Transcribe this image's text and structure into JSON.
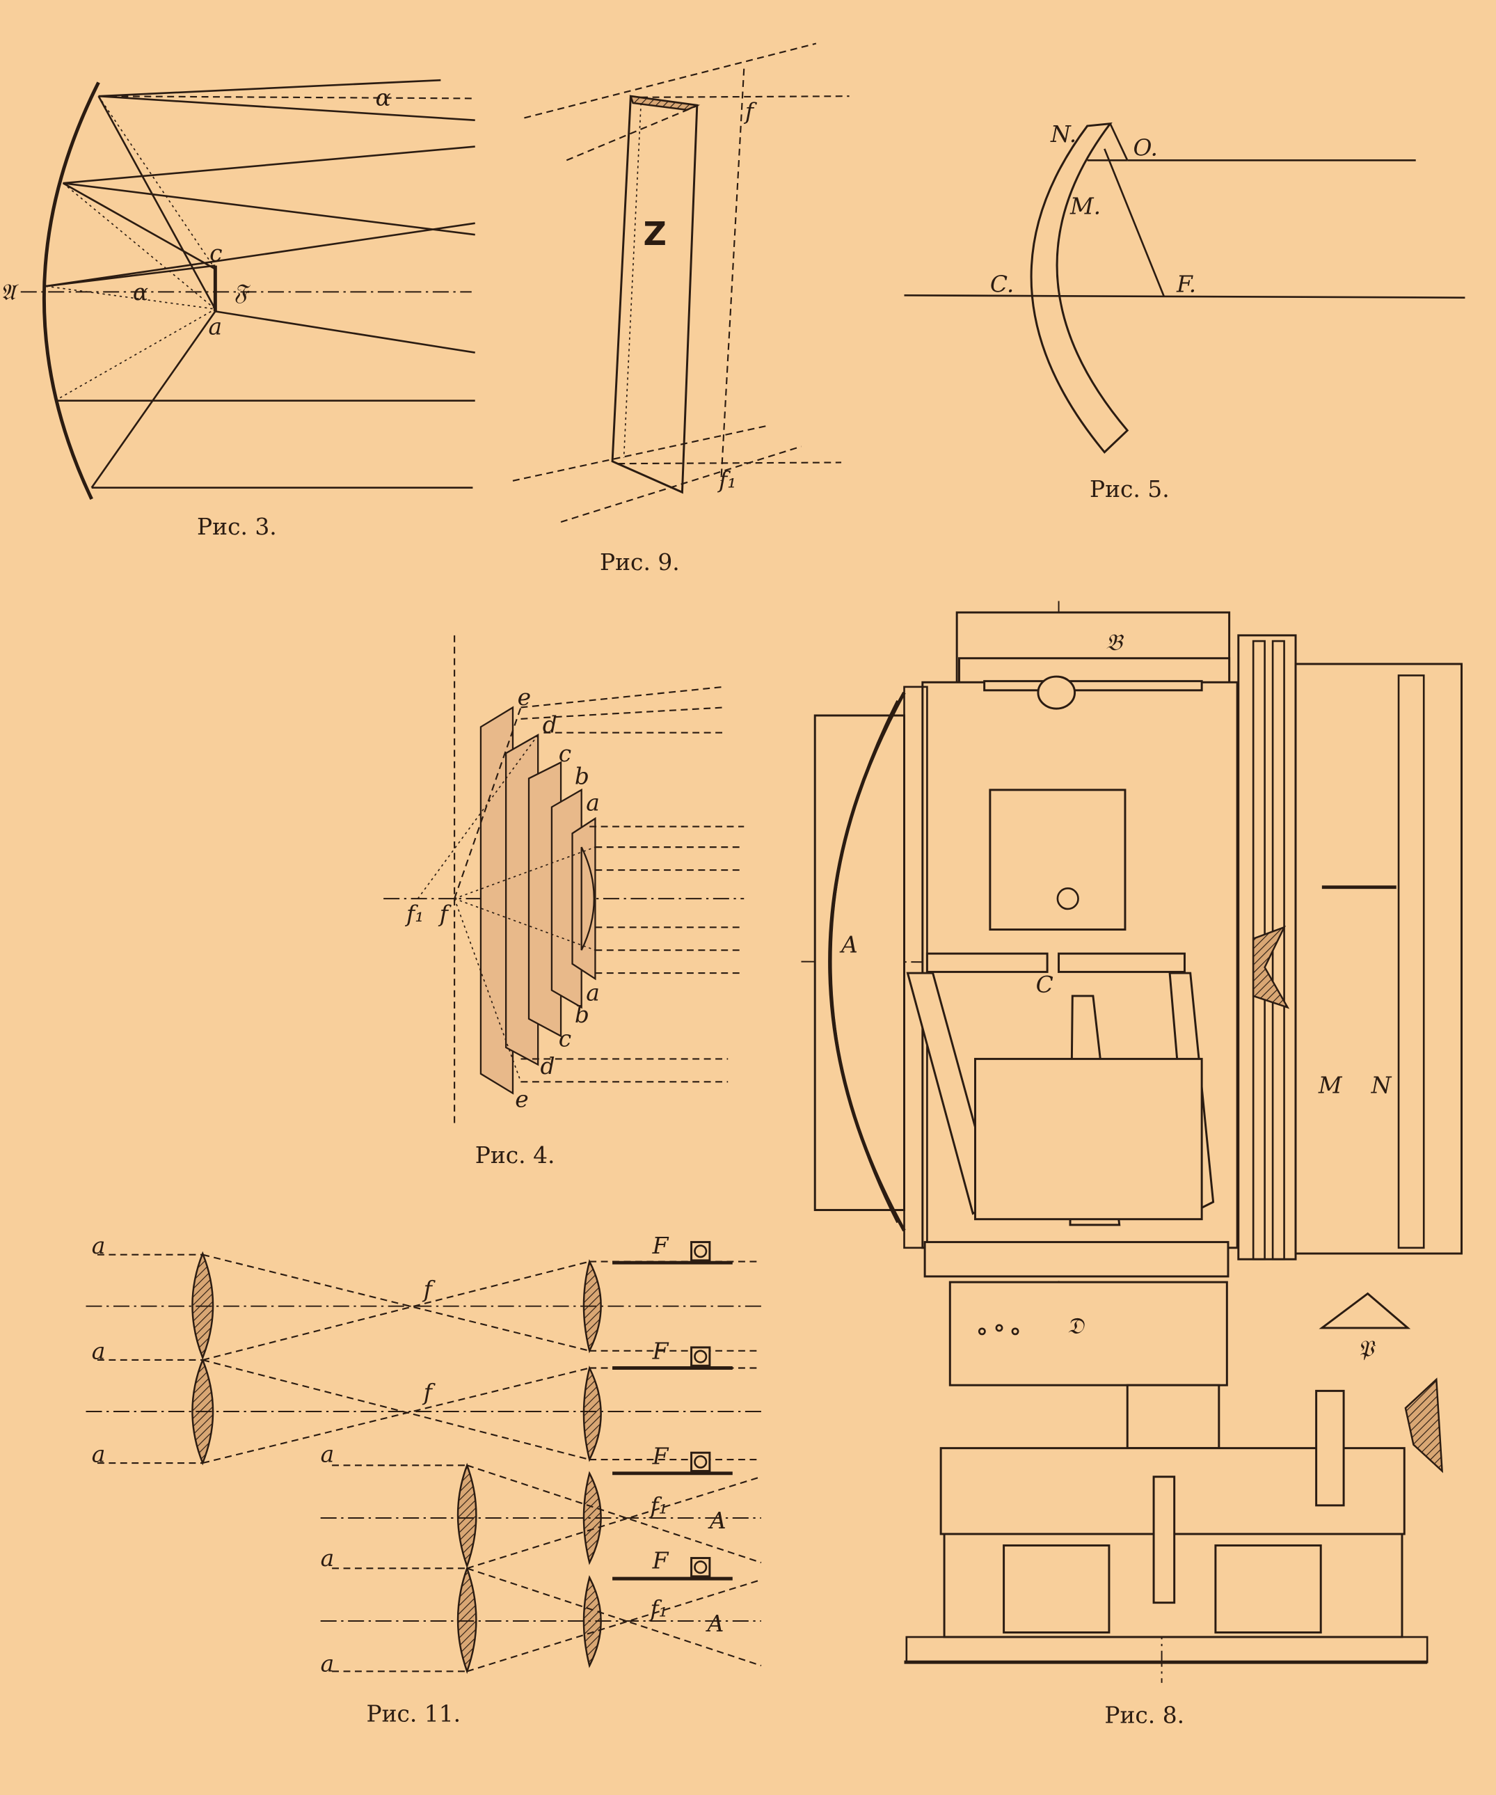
{
  "colors": {
    "paper": "#f8cf9b",
    "ink": "#2b1c12"
  },
  "fig3": {
    "caption": "Рис. 3.",
    "labels": {
      "A": "𝔄",
      "alpha_top": "α",
      "alpha_mid": "α",
      "F": "𝔉",
      "c": "c",
      "a": "a"
    }
  },
  "fig9": {
    "caption": "Рис. 9.",
    "labels": {
      "Z": "Z",
      "f": "f",
      "f1": "f₁"
    }
  },
  "fig5": {
    "caption": "Рис. 5.",
    "labels": {
      "N": "N.",
      "O": "O.",
      "M": "M.",
      "C": "C.",
      "F": "F."
    }
  },
  "fig4": {
    "caption": "Рис. 4.",
    "labels_top": [
      "e",
      "d",
      "c",
      "b",
      "a"
    ],
    "labels_bottom": [
      "a",
      "b",
      "c",
      "d",
      "e"
    ],
    "f1": "f₁",
    "f": "f"
  },
  "fig11": {
    "caption": "Рис. 11.",
    "a_labels": [
      "a",
      "a",
      "a",
      "a",
      "a"
    ],
    "f_labels": [
      "f",
      "f"
    ],
    "F_labels": [
      "F",
      "F",
      "F",
      "F"
    ],
    "f1_labels": [
      "f₁",
      "f₁"
    ],
    "A_labels": [
      "A",
      "A"
    ]
  },
  "fig8": {
    "caption": "Рис. 8.",
    "labels": {
      "B": "𝔅",
      "A": "A",
      "C": "C",
      "M": "M",
      "N": "N",
      "D": "𝔇",
      "P": "𝔓"
    }
  }
}
